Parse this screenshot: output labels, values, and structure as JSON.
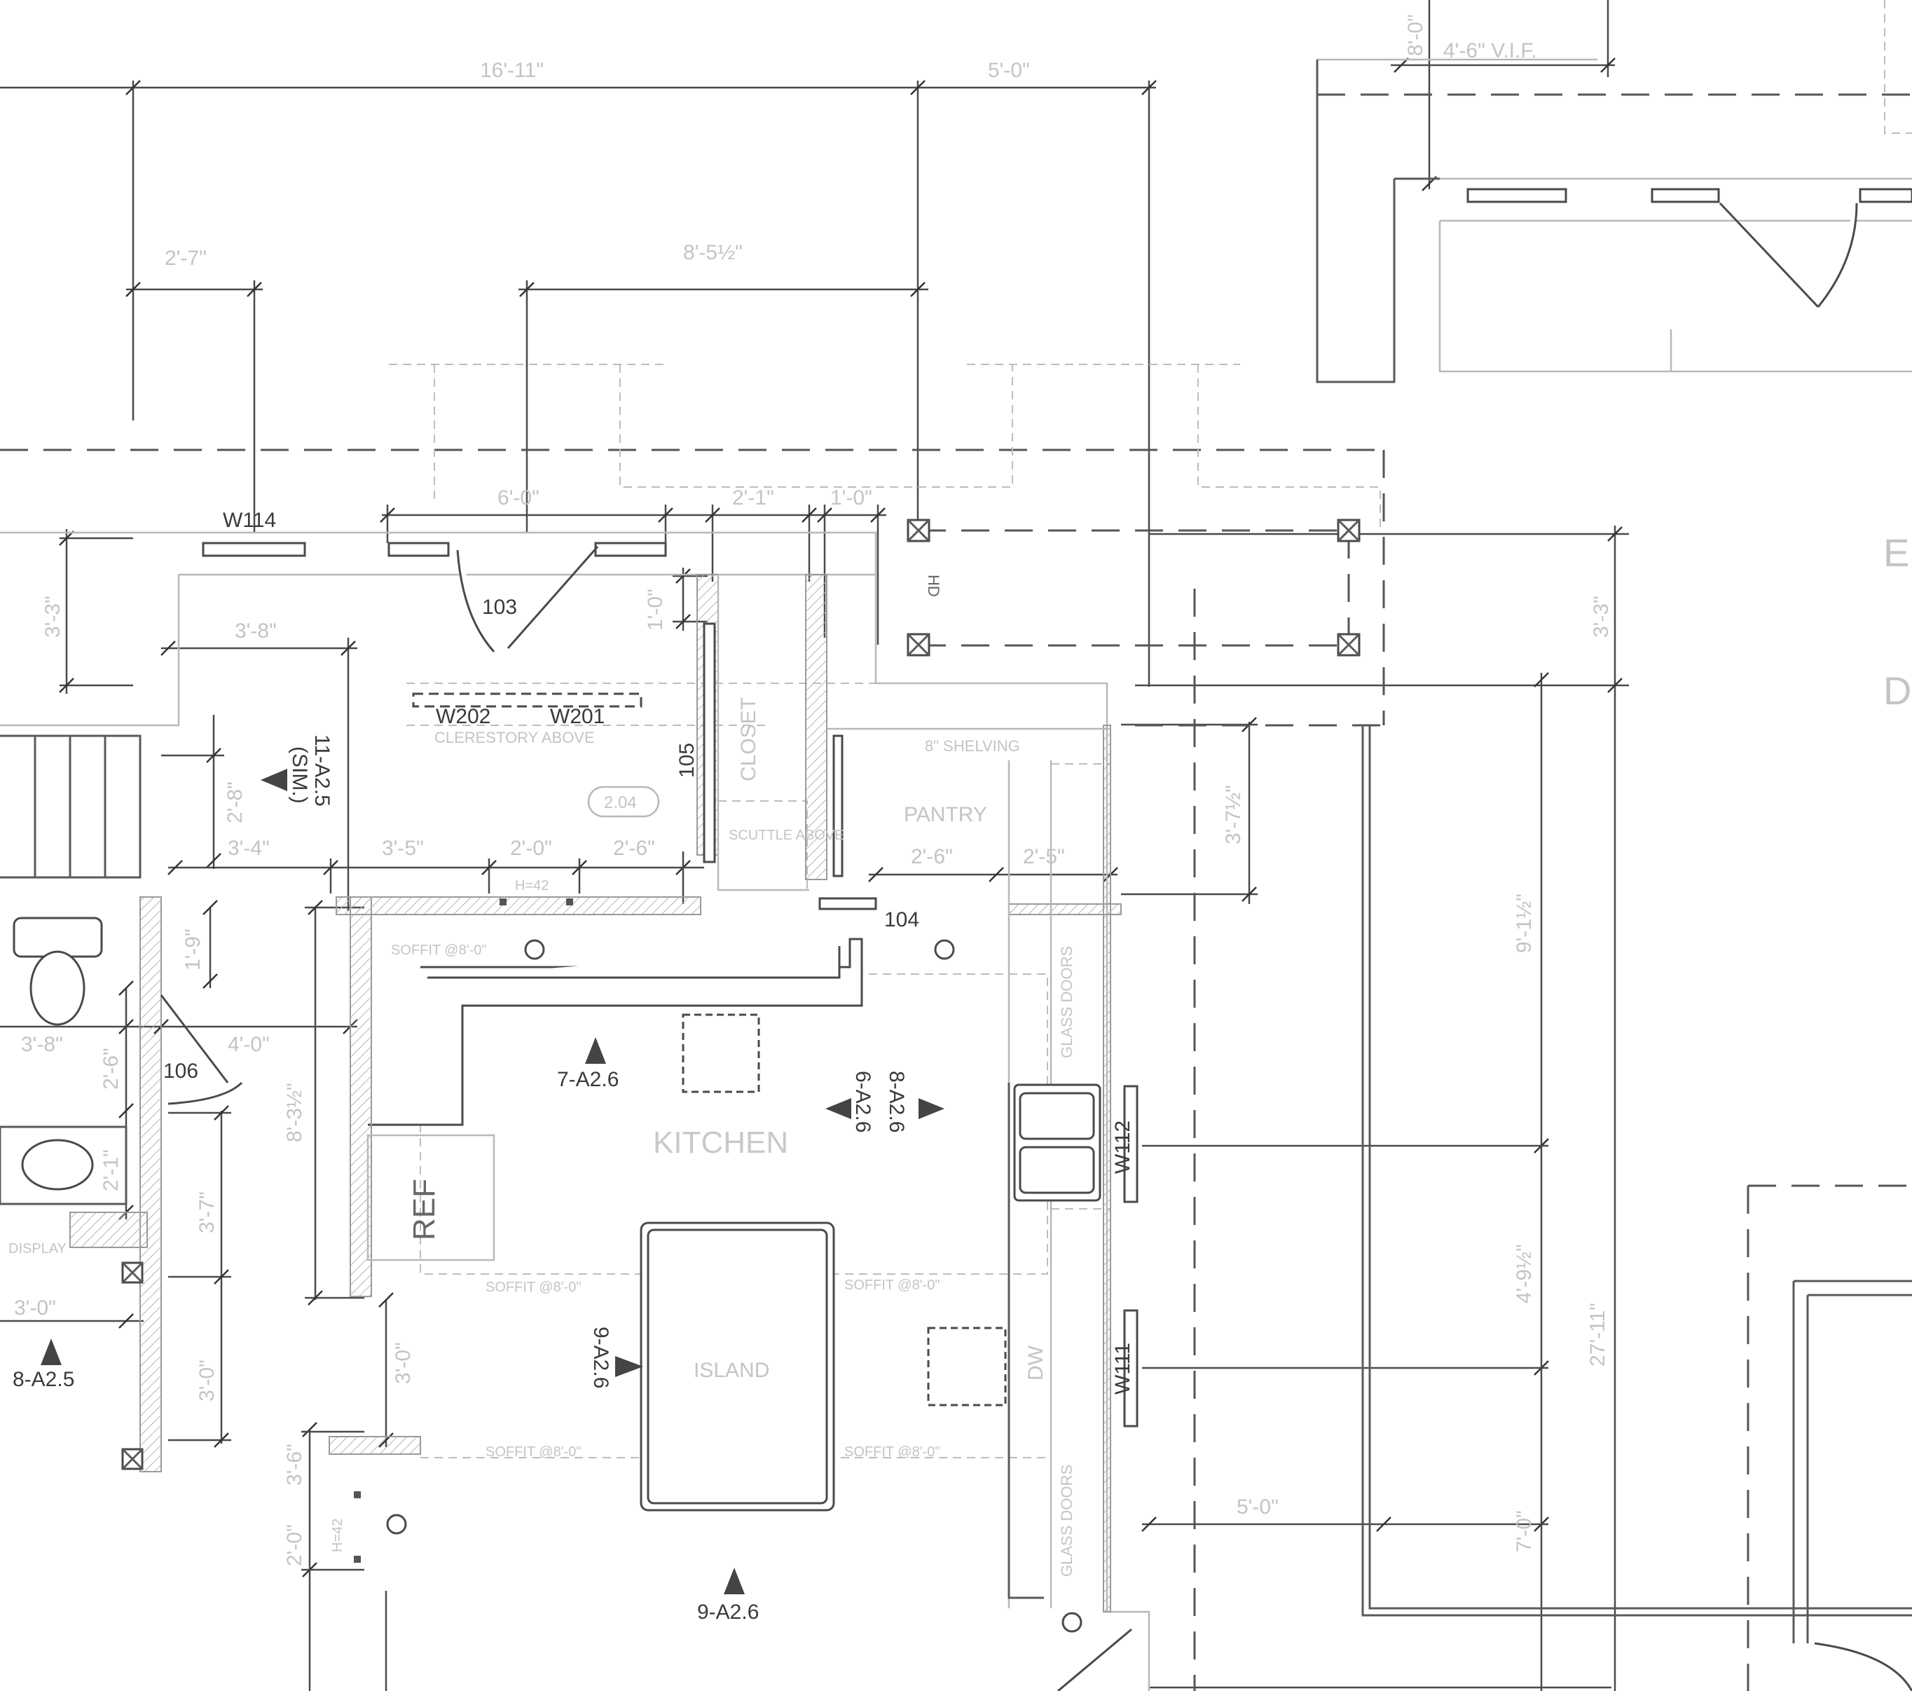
{
  "dimensions": {
    "top_overall": "16'-11\"",
    "top_right": "5'-0\"",
    "upper_left": "2'-7\"",
    "upper_mid": "8'-5½\"",
    "d_6_0": "6'-0\"",
    "d_2_1": "2'-1\"",
    "d_1_0a": "1'-0\"",
    "d_3_3_left": "3'-3\"",
    "d_3_8_room": "3'-8\"",
    "d_1_0b": "1'-0\"",
    "d_2_8": "2'-8\"",
    "d_3_4": "3'-4\"",
    "d_3_5": "3'-5\"",
    "d_2_0": "2'-0\"",
    "d_2_6a": "2'-6\"",
    "d_1_9": "1'-9\"",
    "d_3_8_bath": "3'-8\"",
    "d_4_0": "4'-0\"",
    "d_2_6b": "2'-6\"",
    "d_2_1b": "2'-1\"",
    "d_8_3": "8'-3½\"",
    "d_3_7": "3'-7\"",
    "d_3_0a": "3'-0\"",
    "d_3_0b": "3'-0\"",
    "d_3_0c": "3'-0\"",
    "d_3_6": "3'-6\"",
    "d_2_0b": "2'-0\"",
    "d_3_7half": "3'-7½\"",
    "d_2_6c": "2'-6\"",
    "d_2_5": "2'-5\"",
    "d_3_3_right": "3'-3\"",
    "d_9_1": "9'-1½\"",
    "d_4_9": "4'-9½\"",
    "d_27_11": "27'-11\"",
    "d_7_0": "7'-0\"",
    "d_5_0": "5'-0\"",
    "d_8_0": "8'-0\"",
    "vif": "4'-6\" V.I.F."
  },
  "rooms": {
    "r103": "103",
    "r104": "104",
    "r105": "105",
    "r106": "106",
    "kitchen": "KITCHEN",
    "island": "ISLAND",
    "pantry": "PANTRY",
    "closet": "CLOSET",
    "display": "DISPLAY"
  },
  "windows": {
    "w114": "W114",
    "w202": "W202",
    "w201": "W201",
    "w112": "W112",
    "w111": "W111"
  },
  "notes": {
    "clerestory": "CLERESTORY ABOVE",
    "scuttle": "SCUTTLE ABOVE",
    "shelving": "8\" SHELVING",
    "soffit1": "SOFFIT @8'-0\"",
    "soffit2": "SOFFIT @8'-0\"",
    "soffit3": "SOFFIT @8'-0\"",
    "soffit4": "SOFFIT @8'-0\"",
    "soffit5": "SOFFIT @8'-0\"",
    "ref": "REF",
    "dw": "DW",
    "glass_doors1": "GLASS DOORS",
    "glass_doors2": "GLASS DOORS",
    "h42a": "H=42",
    "h42b": "H=42",
    "hd": "HD",
    "tag204": "2.04"
  },
  "section_marks": {
    "s11": "11-A2.5",
    "s11_sim": "(SIM.)",
    "s7": "7-A2.6",
    "s6": "6-A2.6",
    "s8a26": "8-A2.6",
    "s9a": "9-A2.6",
    "s9b": "9-A2.6",
    "s8a25": "8-A2.5"
  },
  "edge_letters": {
    "e": "E",
    "d": "D"
  }
}
